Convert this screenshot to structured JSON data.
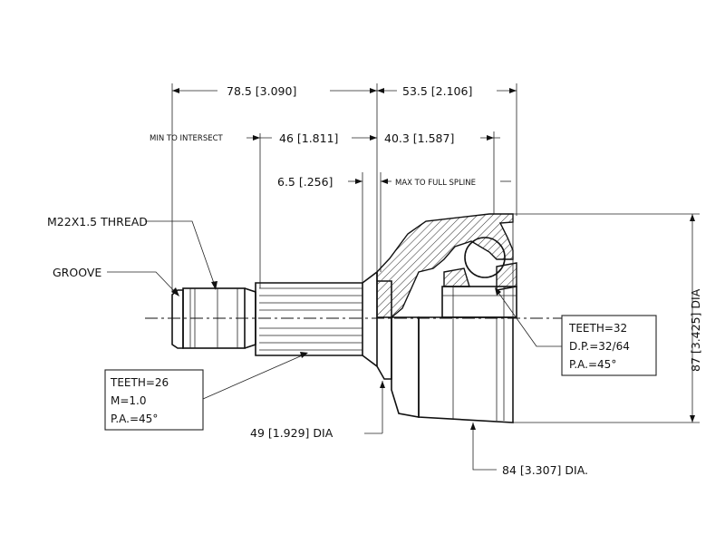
{
  "dimensions": {
    "overall_left": "78.5 [3.090]",
    "overall_right": "53.5 [2.106]",
    "min_to_intersect": "MIN TO INTERSECT",
    "intersect_length": "46 [1.811]",
    "spline_length": "40.3 [1.587]",
    "shoulder": "6.5 [.256]",
    "max_to_full_spline": "MAX TO FULL SPLINE",
    "bell_dia": "87 [3.425] DIA",
    "seal_dia": "49 [1.929] DIA",
    "body_dia": "84 [3.307] DIA."
  },
  "callouts": {
    "thread": "M22X1.5 THREAD",
    "groove": "GROOVE"
  },
  "shaft_spline_box": [
    "TEETH=26",
    "M=1.0",
    "P.A.=45°"
  ],
  "inner_spline_box": [
    "TEETH=32",
    "D.P.=32/64",
    "P.A.=45°"
  ],
  "colors": {
    "line": "#111111",
    "background": "#ffffff"
  }
}
